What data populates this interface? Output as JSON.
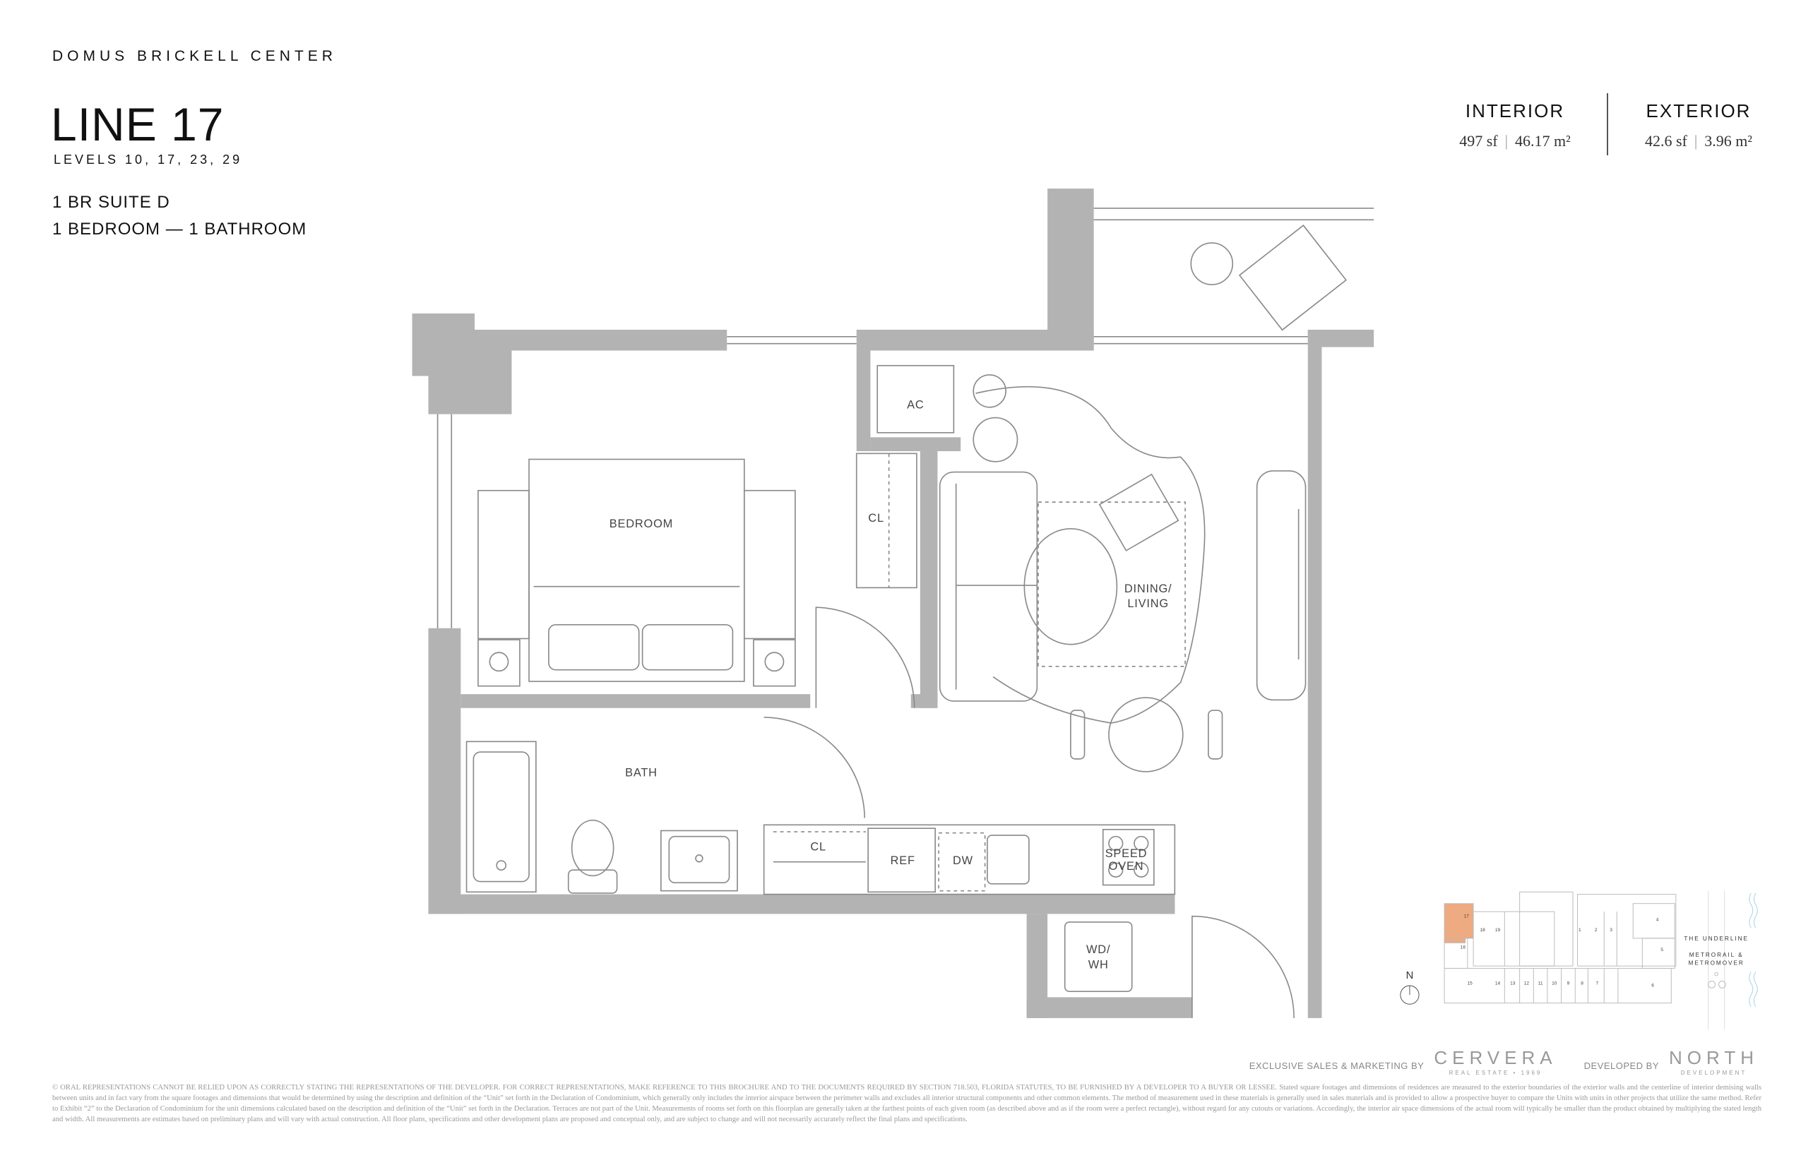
{
  "header": {
    "brand": "DOMUS BRICKELL CENTER",
    "line_title": "LINE 17",
    "levels": "LEVELS 10, 17, 23, 29",
    "suite": "1 BR SUITE D",
    "rooms": "1 BEDROOM — 1 BATHROOM"
  },
  "areas": {
    "interior": {
      "label": "INTERIOR",
      "sf": "497 sf",
      "m2": "46.17 m²"
    },
    "exterior": {
      "label": "EXTERIOR",
      "sf": "42.6 sf",
      "m2": "3.96 m²"
    },
    "separator": "|"
  },
  "plan": {
    "labels": {
      "ac": "AC",
      "cl1": "CL",
      "bedroom": "BEDROOM",
      "dining1": "DINING/",
      "dining2": "LIVING",
      "bath": "BATH",
      "cl2": "CL",
      "ref": "REF",
      "dw": "DW",
      "speed1": "SPEED",
      "speed2": "OVEN",
      "wd1": "WD/",
      "wd2": "WH"
    },
    "colors": {
      "wall": "#b3b3b3",
      "line": "#8a8a8a"
    }
  },
  "key_plan": {
    "north": "N",
    "highlight_unit": "17",
    "highlight_color": "#eeaa80",
    "units_top": [
      "17",
      "18",
      "19",
      "1",
      "2",
      "3",
      "4"
    ],
    "units_side": [
      "16",
      "5",
      "6"
    ],
    "units_bottom": [
      "15",
      "14",
      "13",
      "12",
      "11",
      "10",
      "9",
      "8",
      "7"
    ],
    "underline": "THE UNDERLINE",
    "metro1": "METRORAIL &",
    "metro2": "METROMOVER",
    "wave_color": "#a8d4e0"
  },
  "credits": {
    "sales": "EXCLUSIVE SALES & MARKETING BY",
    "sales_logo": "CERVERA",
    "sales_logo_sub": "REAL ESTATE • 1969",
    "dev": "DEVELOPED BY",
    "dev_logo": "NORTH",
    "dev_logo_sub": "DEVELOPMENT"
  },
  "disclaimer": "© ORAL REPRESENTATIONS CANNOT BE RELIED UPON AS CORRECTLY STATING THE REPRESENTATIONS OF THE DEVELOPER. FOR CORRECT REPRESENTATIONS, MAKE REFERENCE TO THIS BROCHURE AND TO THE DOCUMENTS REQUIRED BY SECTION 718.503, FLORIDA STATUTES, TO BE FURNISHED BY A DEVELOPER TO A BUYER OR LESSEE. Stated square footages and dimensions of residences are measured to the exterior boundaries of the exterior walls and the centerline of interior demising walls between units and in fact vary from the square footages and dimensions that would be determined by using the description and definition of the “Unit” set forth in the Declaration of Condominium, which generally only includes the interior airspace between the perimeter walls and excludes all interior structural components and other common elements. The method of measurement used in these materials is generally used in sales materials and is provided to allow a prospective buyer to compare the Units with units in other projects that utilize the same method. Refer to Exhibit “2” to the Declaration of Condominium for the unit dimensions calculated based on the description and definition of the “Unit” set forth in the Declaration. Terraces are not part of the Unit. Measurements of rooms set forth on this floorplan are generally taken at the farthest points of each given room (as described above and as if the room were a perfect rectangle), without regard for any cutouts or variations. Accordingly, the interior air space dimensions of the actual room will typically be smaller than the product obtained by multiplying the stated length and width. All measurements are estimates based on preliminary plans and will vary with actual construction. All floor plans, specifications and other development plans are proposed and conceptual only, and are subject to change and will not necessarily accurately reflect the final plans and specifications."
}
